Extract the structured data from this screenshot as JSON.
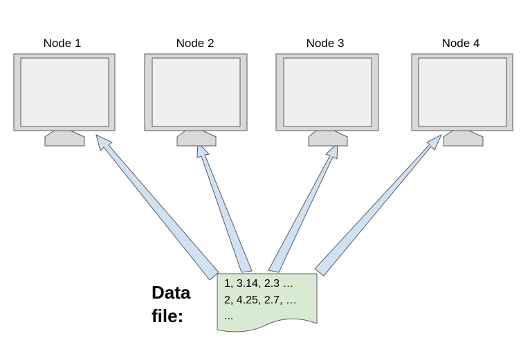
{
  "nodes": [
    {
      "label": "Node 1"
    },
    {
      "label": "Node 2"
    },
    {
      "label": "Node 3"
    },
    {
      "label": "Node 4"
    }
  ],
  "data_file": {
    "label_line1": "Data",
    "label_line2": "file:",
    "lines": [
      "1, 3.14, 2.3 …",
      "2, 4.25, 2.7, …",
      "..."
    ]
  },
  "colors": {
    "monitor_frame": "#d9d9d9",
    "monitor_screen": "#efefef",
    "monitor_stroke": "#595959",
    "arrow_fill": "#cfe2f3",
    "arrow_stroke": "#595959",
    "file_fill": "#d9ead3",
    "file_stroke": "#595959"
  }
}
